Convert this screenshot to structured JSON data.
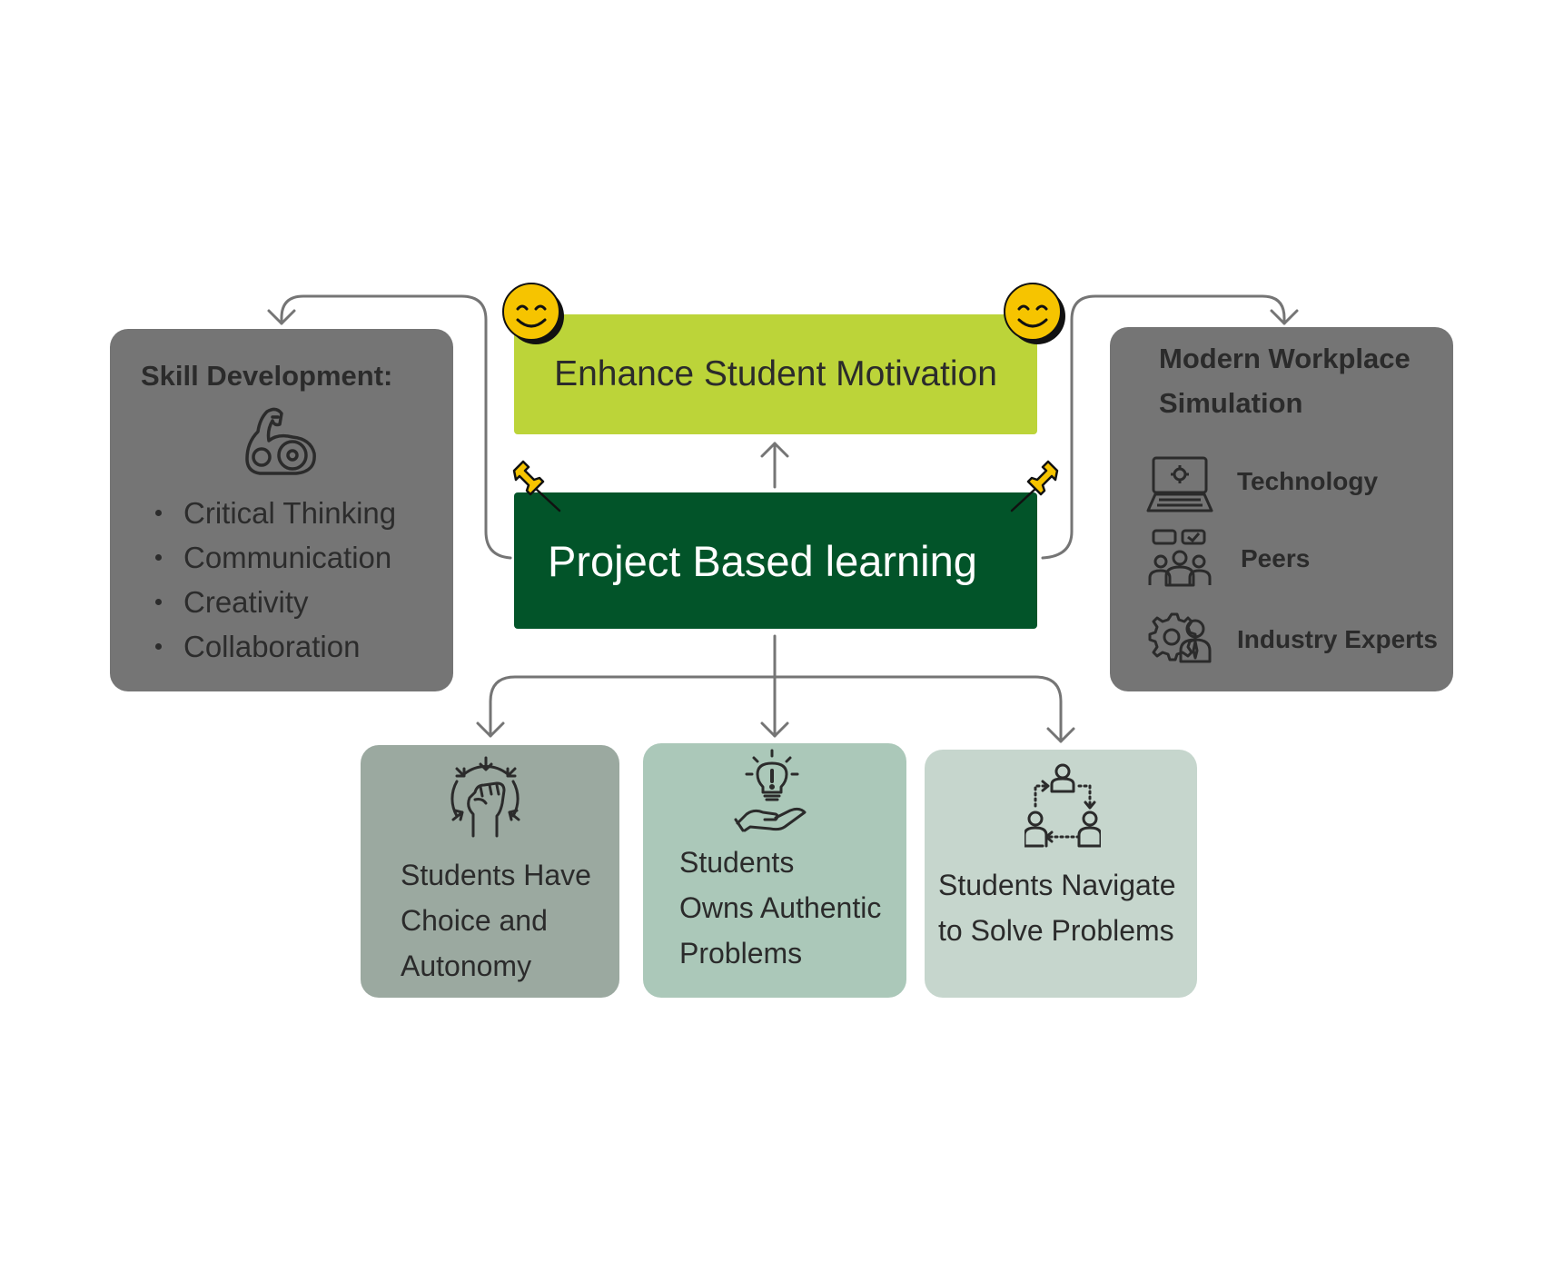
{
  "center": {
    "motivation": "Enhance Student Motivation",
    "pbl": "Project Based learning"
  },
  "skills": {
    "title": "Skill Development:",
    "items": [
      "Critical Thinking",
      "Communication",
      "Creativity",
      "Collaboration"
    ],
    "icon": "bicep-icon"
  },
  "workplace": {
    "title_lines": [
      "Modern Workplace",
      "Simulation"
    ],
    "items": [
      {
        "label": "Technology",
        "icon": "laptop-gear-icon"
      },
      {
        "label": "Peers",
        "icon": "peer-group-icon"
      },
      {
        "label": "Industry Experts",
        "icon": "expert-gear-icon"
      }
    ]
  },
  "cards": [
    {
      "lines": [
        "Students Have",
        "Choice and",
        "Autonomy"
      ],
      "icon": "raised-fist-icon",
      "color": "#9ba9a0"
    },
    {
      "lines": [
        "Students",
        "Owns Authentic",
        "Problems"
      ],
      "icon": "lightbulb-hand-icon",
      "color": "#abc8b9"
    },
    {
      "lines": [
        "Students Navigate",
        "to Solve Problems"
      ],
      "icon": "process-cycle-icon",
      "color": "#c6d6cd"
    }
  ],
  "colors": {
    "motivation_bg": "#bcd439",
    "pbl_bg": "#025429",
    "panel_bg": "#757575",
    "connector": "#757575",
    "smiley": "#f6c400",
    "pin": "#f6c400"
  },
  "decorations": [
    "smiley-icon",
    "smiley-icon",
    "pushpin-icon",
    "pushpin-icon"
  ]
}
